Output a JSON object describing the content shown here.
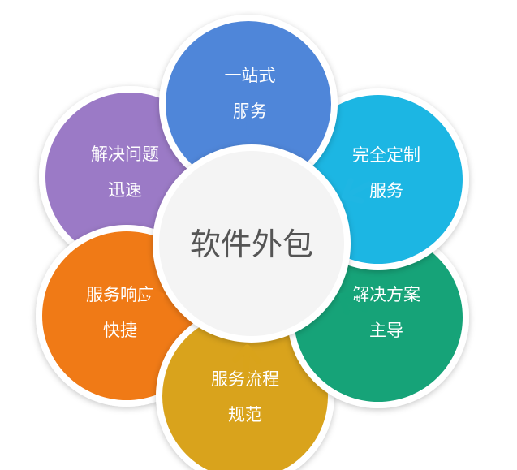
{
  "center": {
    "label": "软件外包",
    "color": "#f4f4f4",
    "text_color": "#555555"
  },
  "petals": [
    {
      "id": "top",
      "lines": [
        "一站式",
        "服务"
      ],
      "color": "#4f86d9",
      "arrow_color": "#4f86d9"
    },
    {
      "id": "top-right",
      "lines": [
        "完全定制",
        "服务"
      ],
      "color": "#1fb6e3",
      "arrow_color": "#1fb6e3"
    },
    {
      "id": "bottom-right",
      "lines": [
        "解决方案",
        "主导"
      ],
      "color": "#15a378",
      "arrow_color": "#15a378"
    },
    {
      "id": "bottom",
      "lines": [
        "服务流程",
        "规范"
      ],
      "color": "#d9a31a",
      "arrow_color": "#d9a31a"
    },
    {
      "id": "bottom-left",
      "lines": [
        "服务响应",
        "快捷"
      ],
      "color": "#f07a16",
      "arrow_color": "#f07a16"
    },
    {
      "id": "top-left",
      "lines": [
        "解决问题",
        "迅速"
      ],
      "color": "#9b7ac6",
      "arrow_color": "#9b7ac6"
    }
  ]
}
